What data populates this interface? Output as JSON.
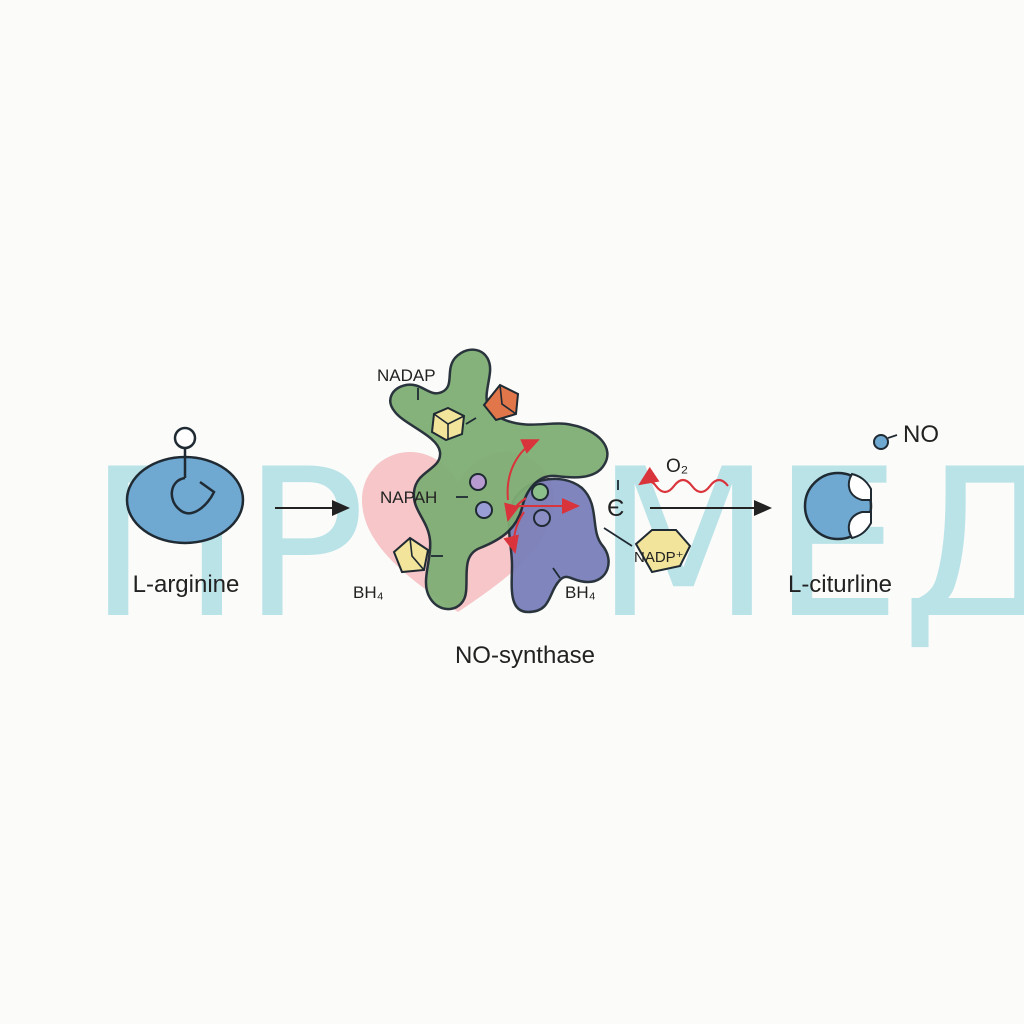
{
  "diagram": {
    "substrate_label": "L-arginine",
    "enzyme_label": "NO-synthase",
    "product_label": "L-citurline",
    "no_label": "NO",
    "oxygen_label": "O₂",
    "electron_label": "Є",
    "cofactors": {
      "nadap": "NADAP",
      "napah": "NAPAH",
      "bh4_left": "BH₄",
      "bh4_right": "BH₄",
      "nadp_plus": "NADP⁺"
    },
    "colors": {
      "enzyme_green": "#7fae74",
      "enzyme_purple": "#7a7fba",
      "substrate_blue": "#6fa8d0",
      "arrow_red": "#d9343b",
      "yellow_hexagon": "#f2e49a",
      "orange_pentagon": "#e0764a",
      "watermark": "#a9dde3",
      "heart": "#f4a3a7"
    }
  },
  "watermark": {
    "left_text": "ПР",
    "right_text": "МЕД"
  }
}
